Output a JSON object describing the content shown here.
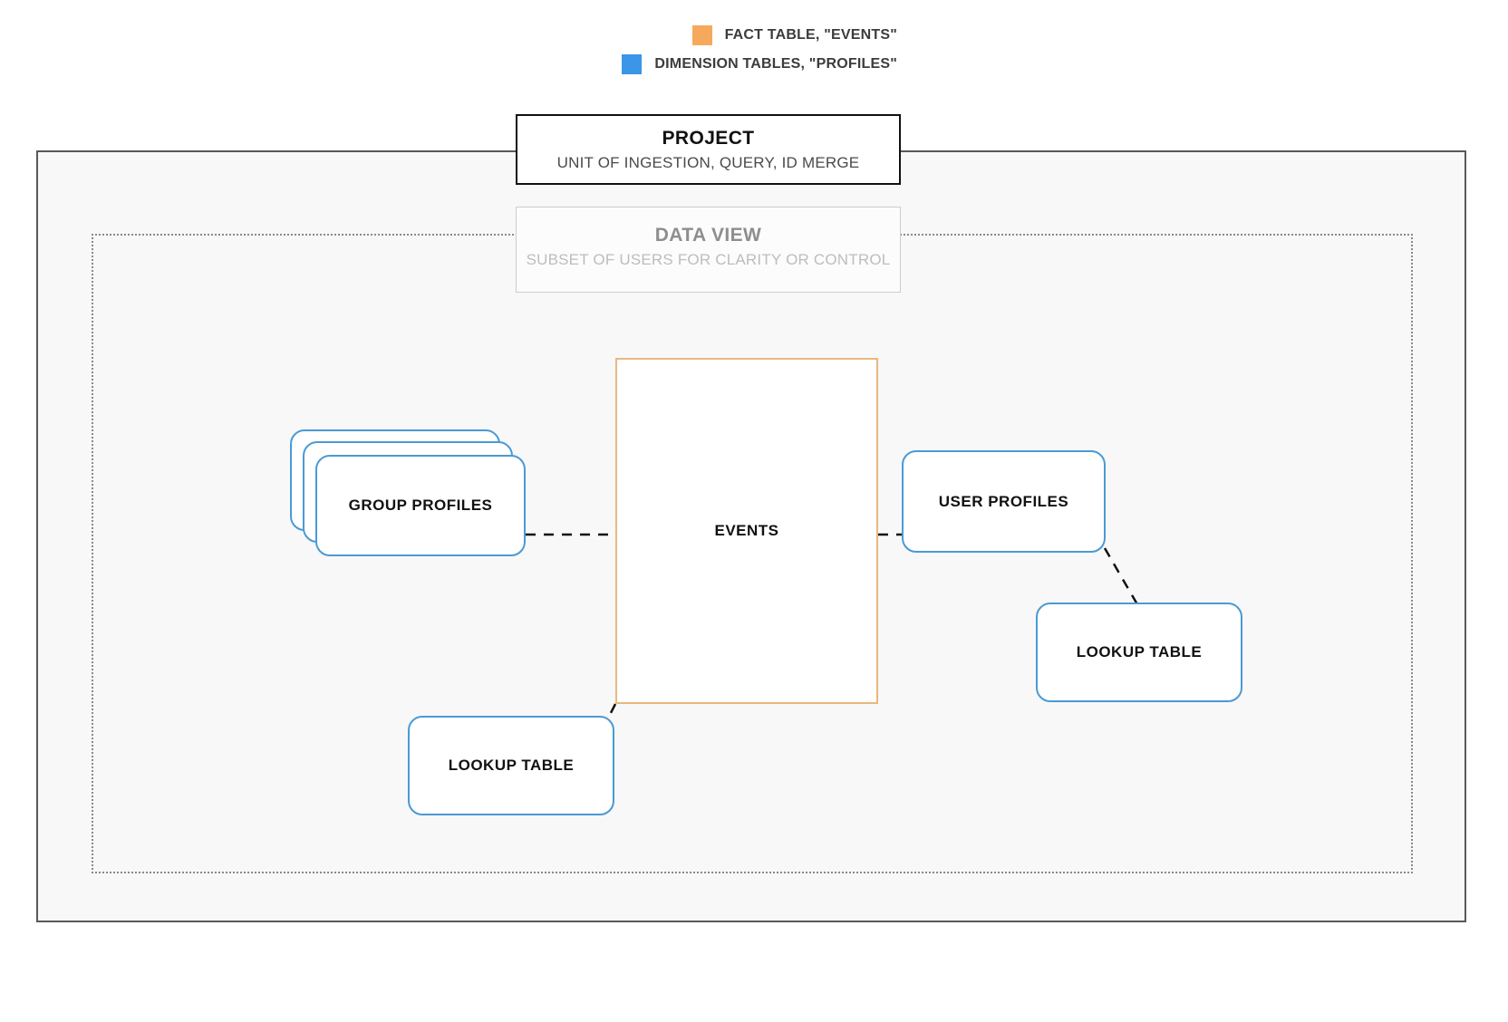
{
  "legend": {
    "items": [
      {
        "label": "FACT TABLE, \"EVENTS\"",
        "color": "#f5a95c",
        "swatch_name": "fact-table-swatch"
      },
      {
        "label": "DIMENSION TABLES, \"PROFILES\"",
        "color": "#3b96e8",
        "swatch_name": "dimension-tables-swatch"
      }
    ]
  },
  "containers": {
    "project": {
      "title": "PROJECT",
      "subtitle": "UNIT OF INGESTION, QUERY, ID MERGE",
      "border_color": "#111111"
    },
    "data_view": {
      "title": "DATA VIEW",
      "subtitle": "SUBSET OF USERS FOR CLARITY OR CONTROL",
      "border_color": "#cccccc"
    }
  },
  "nodes": {
    "fact_table": {
      "label": "EVENTS",
      "color": "#e9b87e"
    },
    "group_profiles": {
      "label": "GROUP PROFILES",
      "color": "#4a9ad4",
      "stack_count": 3
    },
    "user_profiles": {
      "label": "USER PROFILES",
      "color": "#4a9ad4"
    },
    "lookup_table_left": {
      "label": "LOOKUP TABLE",
      "color": "#4a9ad4"
    },
    "lookup_table_right": {
      "label": "LOOKUP TABLE",
      "color": "#4a9ad4"
    }
  },
  "connectors": [
    {
      "name": "group-profiles-to-events",
      "style": "dashed",
      "color": "#111111"
    },
    {
      "name": "events-to-user-profiles",
      "style": "dashed",
      "color": "#111111"
    },
    {
      "name": "events-to-lookup-left",
      "style": "dashed",
      "color": "#111111"
    },
    {
      "name": "user-profiles-to-lookup-right",
      "style": "dashed",
      "color": "#111111"
    }
  ]
}
